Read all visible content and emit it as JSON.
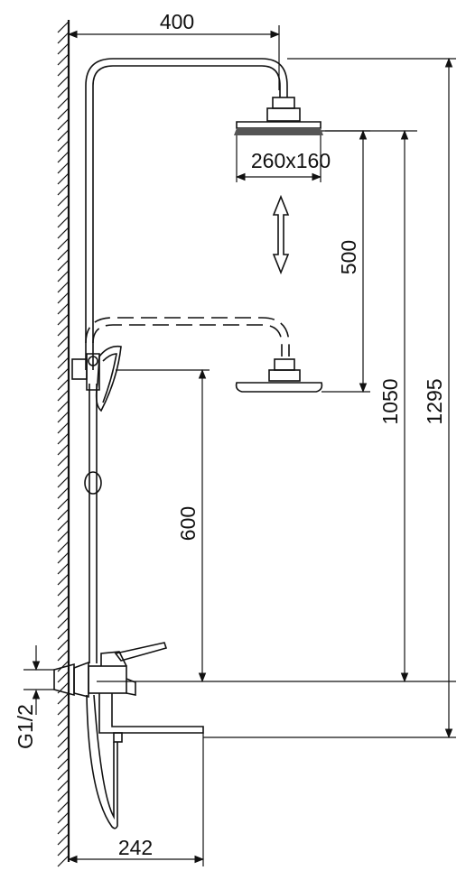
{
  "dimensions": {
    "top_width": "400",
    "head_size": "260x160",
    "adjust_range": "500",
    "head_height": "1050",
    "total_height": "1295",
    "handshower_height": "600",
    "spout_projection": "242",
    "inlet_thread": "G1/2"
  },
  "colors": {
    "line": "#111111",
    "background": "#ffffff"
  }
}
